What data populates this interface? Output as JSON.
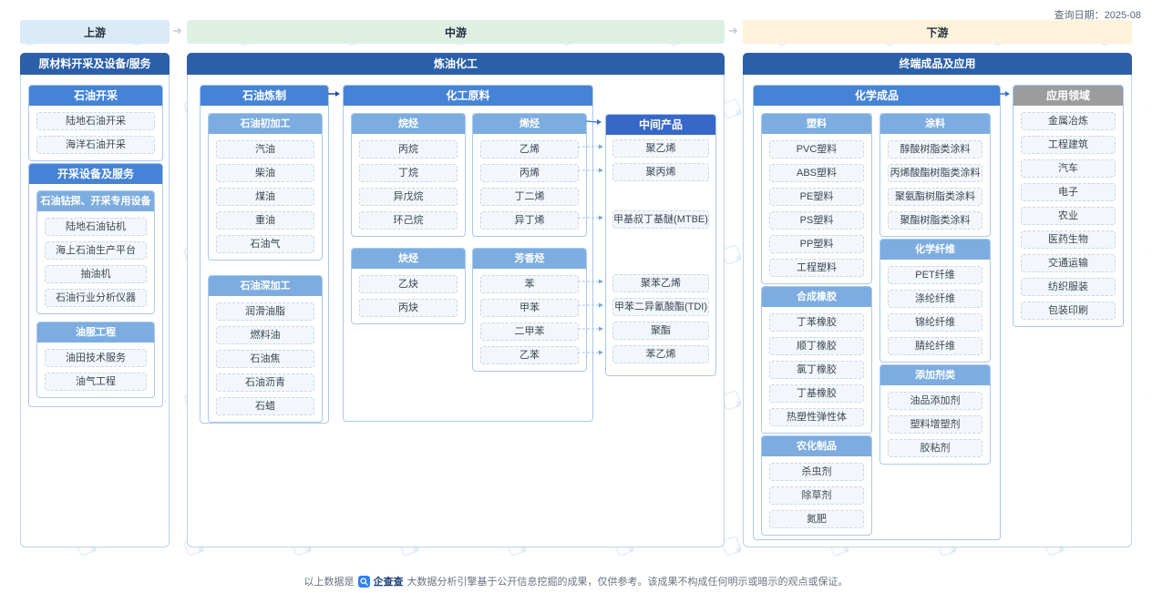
{
  "meta": {
    "query_date": "查询日期：2025-08"
  },
  "stages": {
    "up": "上游",
    "mid": "中游",
    "down": "下游"
  },
  "upstream": {
    "title": "原材料开采及设备/服务",
    "oil_extraction": {
      "title": "石油开采",
      "items": [
        "陆地石油开采",
        "海洋石油开采"
      ]
    },
    "equipment": {
      "title": "开采设备及服务",
      "drilling": {
        "title": "石油钻探、开采专用设备",
        "items": [
          "陆地石油钻机",
          "海上石油生产平台",
          "抽油机",
          "石油行业分析仪器"
        ]
      },
      "services": {
        "title": "油服工程",
        "items": [
          "油田技术服务",
          "油气工程"
        ]
      }
    }
  },
  "midstream": {
    "title": "炼油化工",
    "refining": {
      "title": "石油炼制",
      "primary": {
        "title": "石油初加工",
        "items": [
          "汽油",
          "柴油",
          "煤油",
          "重油",
          "石油气"
        ]
      },
      "deep": {
        "title": "石油深加工",
        "items": [
          "润滑油脂",
          "燃料油",
          "石油焦",
          "石油沥青",
          "石蜡"
        ]
      }
    },
    "chem_feedstock": {
      "title": "化工原料",
      "alkanes": {
        "title": "烷烃",
        "items": [
          "丙烷",
          "丁烷",
          "异戊烷",
          "环己烷"
        ]
      },
      "alkynes": {
        "title": "炔烃",
        "items": [
          "乙炔",
          "丙炔"
        ]
      },
      "alkenes": {
        "title": "烯烃",
        "items": [
          "乙烯",
          "丙烯",
          "丁二烯",
          "异丁烯"
        ]
      },
      "aromatics": {
        "title": "芳香烃",
        "items": [
          "苯",
          "甲苯",
          "二甲苯",
          "乙苯"
        ]
      }
    },
    "intermediates": {
      "title": "中间产品",
      "items": [
        "聚乙烯",
        "聚丙烯",
        "甲基叔丁基醚(MTBE)",
        "聚苯乙烯",
        "甲苯二异氰酸酯(TDI)",
        "聚酯",
        "苯乙烯"
      ]
    }
  },
  "downstream": {
    "title": "终端成品及应用",
    "chem_products": {
      "title": "化学成品",
      "plastics": {
        "title": "塑料",
        "items": [
          "PVC塑料",
          "ABS塑料",
          "PE塑料",
          "PS塑料",
          "PP塑料",
          "工程塑料"
        ]
      },
      "rubber": {
        "title": "合成橡胶",
        "items": [
          "丁苯橡胶",
          "顺丁橡胶",
          "氯丁橡胶",
          "丁基橡胶",
          "热塑性弹性体"
        ]
      },
      "agrochem": {
        "title": "农化制品",
        "items": [
          "杀虫剂",
          "除草剂",
          "氮肥"
        ]
      },
      "coatings": {
        "title": "涂料",
        "items": [
          "醇酸树脂类涂料",
          "丙烯酸酯树脂类涂料",
          "聚氨酯树脂类涂料",
          "聚酯树脂类涂料"
        ]
      },
      "fibers": {
        "title": "化学纤维",
        "items": [
          "PET纤维",
          "涤纶纤维",
          "锦纶纤维",
          "腈纶纤维"
        ]
      },
      "additives": {
        "title": "添加剂类",
        "items": [
          "油品添加剂",
          "塑料增塑剂",
          "胶粘剂"
        ]
      }
    },
    "applications": {
      "title": "应用领域",
      "items": [
        "金属冶炼",
        "工程建筑",
        "汽车",
        "电子",
        "农业",
        "医药生物",
        "交通运输",
        "纺织服装",
        "包装印刷"
      ]
    }
  },
  "footer": {
    "prefix": "以上数据是",
    "brand": "企查查",
    "suffix": "大数据分析引擎基于公开信息挖掘的成果，仅供参考。该成果不构成任何明示或暗示的观点或保证。"
  },
  "colors": {
    "panel_header": "#2b5fa8",
    "group_header": "#4583d6",
    "sub_header": "#7dade0",
    "intermediate_header": "#3768c9",
    "applications_header": "#9c9c9c",
    "stage_up_bg": "#d9eaf8",
    "stage_mid_bg": "#def0e4",
    "stage_down_bg": "#fdf2da"
  }
}
